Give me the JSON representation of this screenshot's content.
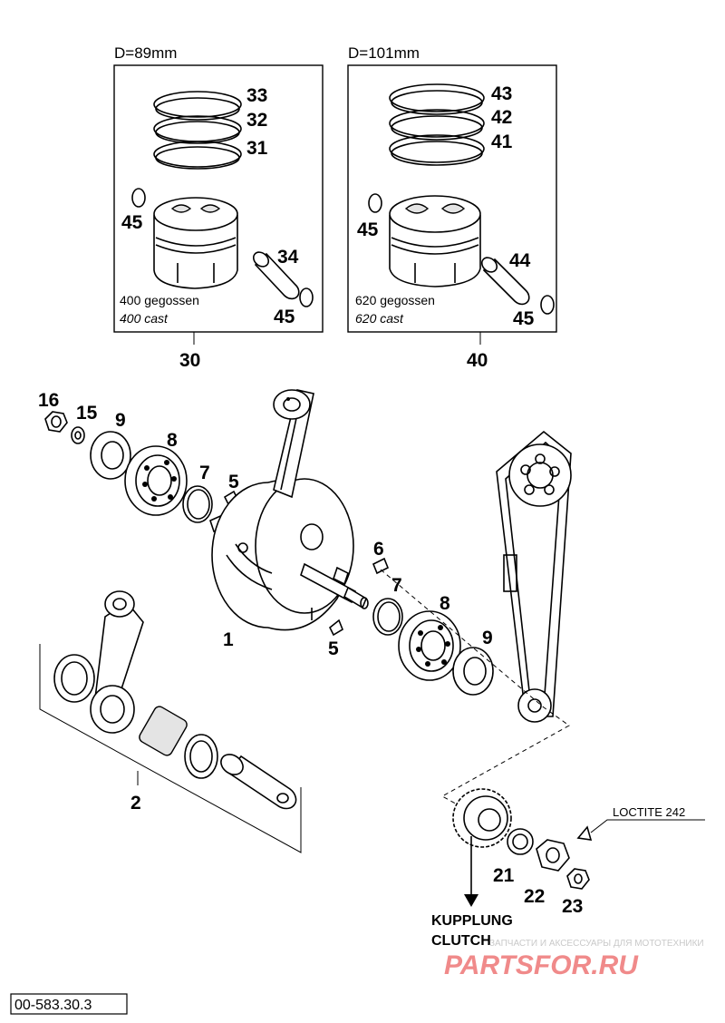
{
  "piston_kits": [
    {
      "diameter": "D=89mm",
      "variant_de": "400 gegossen",
      "variant_en": "400 cast",
      "kit_number": "30",
      "rings": [
        "33",
        "32",
        "31"
      ],
      "circlip_top": "45",
      "pin": "34",
      "circlip_bottom": "45"
    },
    {
      "diameter": "D=101mm",
      "variant_de": "620 gegossen",
      "variant_en": "620 cast",
      "kit_number": "40",
      "rings": [
        "43",
        "42",
        "41"
      ],
      "circlip_top": "45",
      "pin": "44",
      "circlip_bottom": "45"
    }
  ],
  "crank_parts": {
    "nut": "16",
    "washer_small": "15",
    "seal_left": "9",
    "bearing_left": "8",
    "shim_left": "7",
    "key_left": "5",
    "crankshaft": "1",
    "key_right_top": "6",
    "shim_right": "7",
    "bearing_right": "8",
    "seal_right": "9",
    "key_right_bottom": "5",
    "conrod_kit": "2",
    "gear": "21",
    "nut_gear": "22",
    "nut_small": "23"
  },
  "notes": {
    "loctite": "LOCTITE 242",
    "clutch_de": "KUPPLUNG",
    "clutch_en": "CLUTCH"
  },
  "watermark": {
    "tagline": "ЗАПЧАСТИ И АКСЕССУАРЫ ДЛЯ МОТОТЕХНИКИ",
    "brand": "PARTSFOR.RU"
  },
  "reference_code": "00-583.30.3"
}
